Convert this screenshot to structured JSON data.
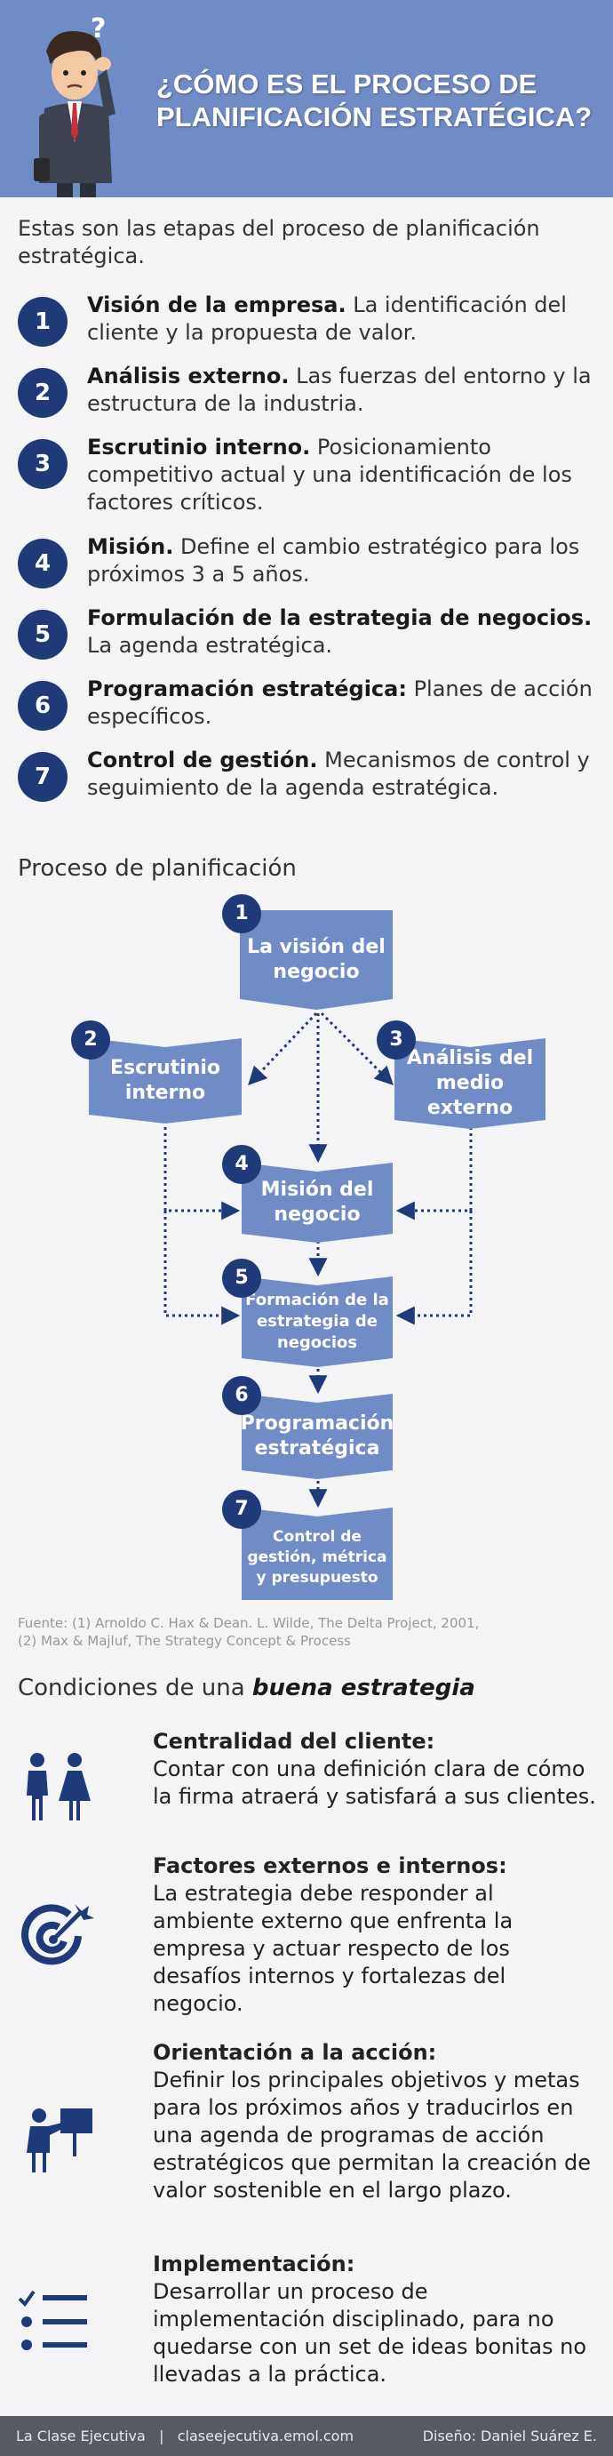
{
  "header": {
    "title": "¿CÓMO ES EL PROCESO DE PLANIFICACIÓN ESTRATÉGICA?"
  },
  "intro": "Estas son las etapas del proceso de planificación estratégica.",
  "steps": [
    {
      "num": "1",
      "title": "Visión de la empresa.",
      "text": " La identificación del cliente y la propuesta de valor."
    },
    {
      "num": "2",
      "title": "Análisis externo.",
      "text": " Las fuerzas del entorno y la estructura de la industria."
    },
    {
      "num": "3",
      "title": "Escrutinio interno.",
      "text": " Posicionamiento competitivo actual y una identificación de los factores críticos."
    },
    {
      "num": "4",
      "title": "Misión.",
      "text": " Define el cambio estratégico para los próximos 3 a 5 años."
    },
    {
      "num": "5",
      "title": "Formulación de la estrategia de negocios.",
      "text": " La agenda estratégica."
    },
    {
      "num": "6",
      "title": "Programación estratégica:",
      "text": " Planes de acción específicos."
    },
    {
      "num": "7",
      "title": "Control de gestión.",
      "text": " Mecanismos de control y seguimiento de la agenda estratégica."
    }
  ],
  "diagram": {
    "title": "Proceso de planificación",
    "nodes": [
      {
        "num": "1",
        "label": "La visión del negocio"
      },
      {
        "num": "2",
        "label": "Escrutinio interno"
      },
      {
        "num": "3",
        "label": "Análisis del medio externo"
      },
      {
        "num": "4",
        "label": "Misión del negocio"
      },
      {
        "num": "5",
        "label": "Formación de la estrategia de negocios"
      },
      {
        "num": "6",
        "label": "Programación estratégica"
      },
      {
        "num": "7",
        "label": "Control de gestión, métrica y presupuesto"
      }
    ],
    "colors": {
      "node": "#6f8cc6",
      "circle": "#1f3a78",
      "arrow": "#1f3a78"
    }
  },
  "source": {
    "line1": "Fuente: (1) Arnoldo C. Hax & Dean. L. Wilde, The Delta Project, 2001,",
    "line2": "(2) Max & Majluf, The Strategy Concept & Process"
  },
  "conditions": {
    "title_prefix": "Condiciones de una ",
    "title_emph": "buena estrategia",
    "items": [
      {
        "icon": "people-icon",
        "title": "Centralidad del cliente:",
        "text": "Contar con una definición clara de cómo la firma atraerá y satisfará a sus clientes."
      },
      {
        "icon": "target-icon",
        "title": "Factores externos e internos:",
        "text": "La estrategia debe responder al ambiente externo que enfrenta la empresa y actuar respecto de los desafíos internos y fortalezas del negocio."
      },
      {
        "icon": "presenter-icon",
        "title": "Orientación a la acción:",
        "text": "Definir los principales objetivos y metas para los próximos años y traducirlos en una agenda de programas de acción estratégicos que permitan la creación de valor sostenible en el largo plazo."
      },
      {
        "icon": "checklist-icon",
        "title": "Implementación:",
        "text": "Desarrollar un proceso de implementación disciplinado, para no quedarse con un set de ideas bonitas no llevadas a la práctica."
      }
    ]
  },
  "footer": {
    "left": "La Clase Ejecutiva   |   claseejecutiva.emol.com",
    "right": "Diseño: Daniel Suárez E."
  }
}
